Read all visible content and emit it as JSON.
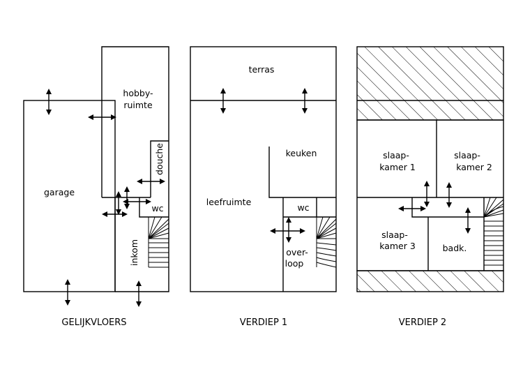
{
  "floors": [
    {
      "title": "GELIJKVLOERS",
      "rooms": {
        "hobby": [
          "hobby-",
          "ruimte"
        ],
        "garage": "garage",
        "douche": "douche",
        "wc": "wc",
        "inkom": "inkom"
      }
    },
    {
      "title": "VERDIEP 1",
      "rooms": {
        "terras": "terras",
        "keuken": "keuken",
        "leefruimte": "leefruimte",
        "wc": "wc",
        "overloop": [
          "over-",
          "loop"
        ]
      }
    },
    {
      "title": "VERDIEP 2",
      "rooms": {
        "slaapkamer1": [
          "slaap-",
          "kamer 1"
        ],
        "slaapkamer2": [
          "slaap-",
          "kamer 2"
        ],
        "slaapkamer3": [
          "slaap-",
          "kamer 3"
        ],
        "badk": "badk."
      }
    }
  ]
}
